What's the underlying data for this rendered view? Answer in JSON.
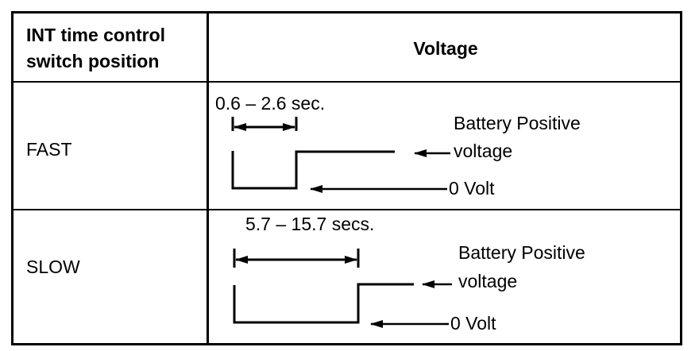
{
  "table": {
    "header": {
      "col1_line1": "INT time control",
      "col1_line2": "switch position",
      "col2": "Voltage"
    },
    "rows": [
      {
        "position": "FAST",
        "time_range": "0.6 – 2.6 sec.",
        "battery_label_line1": "Battery  Positive",
        "battery_label_line2": "voltage",
        "zero_label": "0 Volt"
      },
      {
        "position": "SLOW",
        "time_range": "5.7 – 15.7 secs.",
        "battery_label_line1": "Battery  Positive",
        "battery_label_line2": "voltage",
        "zero_label": "0 Volt"
      }
    ]
  }
}
